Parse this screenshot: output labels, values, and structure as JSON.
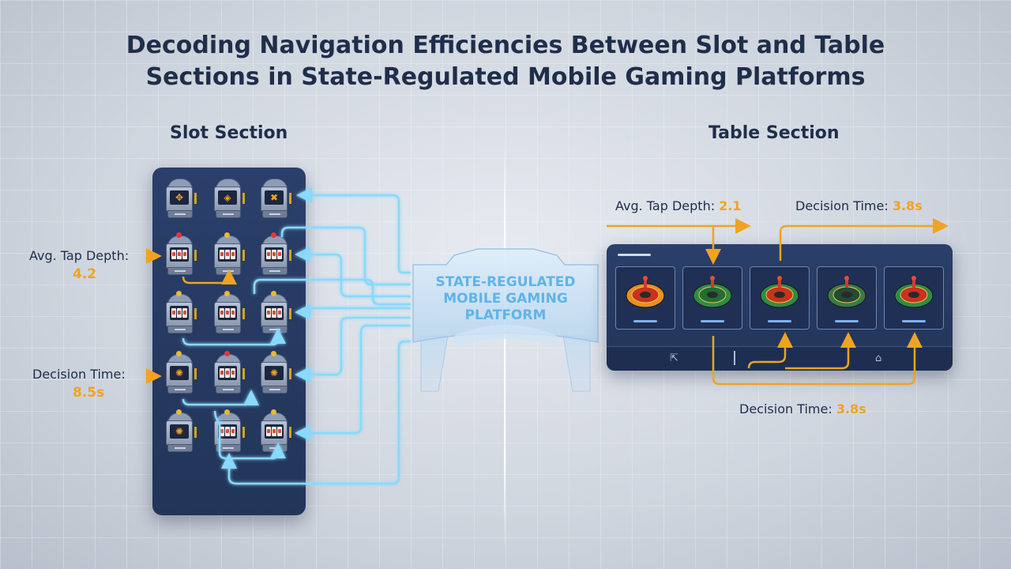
{
  "title": {
    "line1": "Decoding Navigation Efficiencies Between Slot and Table",
    "line2": "Sections in State-Regulated Mobile Gaming Platforms"
  },
  "slot_section": {
    "title": "Slot Section",
    "tap_depth_label": "Avg. Tap Depth:",
    "tap_depth_value": "4.2",
    "decision_label": "Decision Time:",
    "decision_value": "8.5s"
  },
  "platform": {
    "line1": "STATE-REGULATED",
    "line2": "MOBILE GAMING",
    "line3": "PLATFORM"
  },
  "table_section": {
    "title": "Table Section",
    "tap_depth_label": "Avg. Tap Depth:",
    "tap_depth_value": "2.1",
    "decision_label_top": "Decision Time:",
    "decision_value_top": "3.8s",
    "decision_label_bottom": "Decision Time:",
    "decision_value_bottom": "3.8s"
  },
  "colors": {
    "accent_orange": "#f0a321",
    "flow_cyan": "#7fd3f7",
    "panel_navy": "#24385f",
    "title_navy": "#1f2e4a"
  },
  "icons": {
    "slot_machine": "slot-machine-icon",
    "roulette": "roulette-wheel-icon",
    "nav_share": "share-icon",
    "nav_home": "home-icon"
  }
}
